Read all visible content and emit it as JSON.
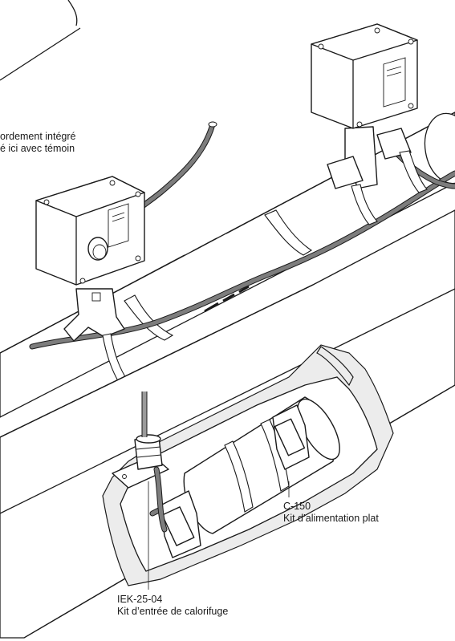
{
  "labels": {
    "top_left_line1": "ordement intégré",
    "top_left_line2": "é ici avec témoin",
    "power_kit_code": "C-150",
    "power_kit_name": "Kit d’alimentation plat",
    "entry_kit_code": "IEK-25-04",
    "entry_kit_name": "Kit d’entrée de calorifuge"
  },
  "colors": {
    "line": "#1a1a1a",
    "cable": "#7d7d7d",
    "insulation": "#ececec",
    "background": "#ffffff"
  },
  "icons": [
    "junction-box",
    "pipe",
    "heating-cable",
    "insulation-layer",
    "gland"
  ]
}
